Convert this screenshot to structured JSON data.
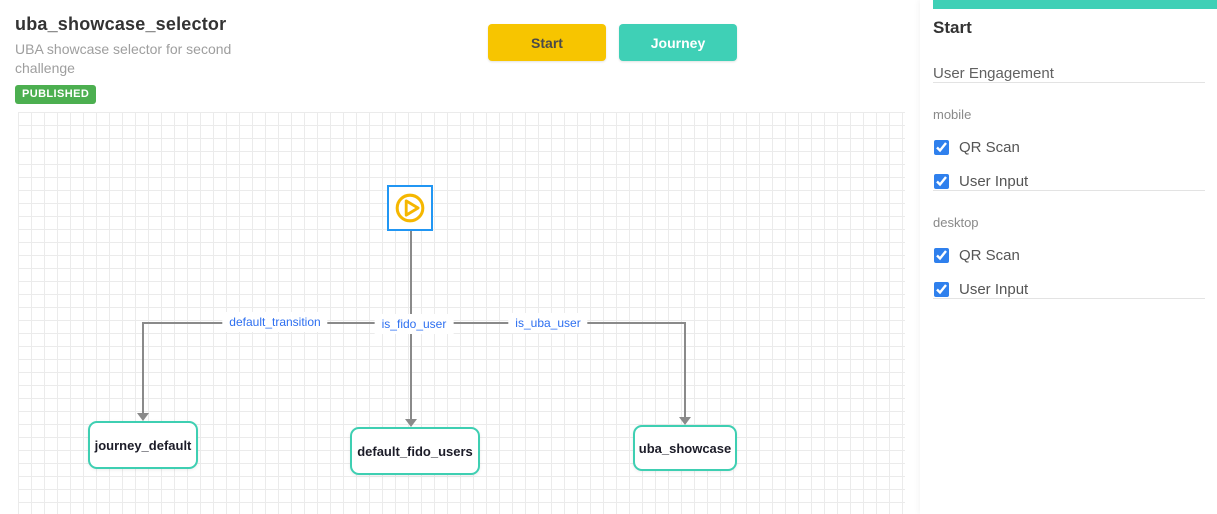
{
  "header": {
    "title": "uba_showcase_selector",
    "subtitle": "UBA showcase selector for second challenge",
    "badge": "PUBLISHED",
    "buttons": [
      {
        "label": "Start"
      },
      {
        "label": "Journey"
      }
    ]
  },
  "canvas": {
    "start_node": {
      "id": "start",
      "icon": "play-icon"
    },
    "nodes": [
      {
        "label": "journey_default"
      },
      {
        "label": "default_fido_users"
      },
      {
        "label": "uba_showcase"
      }
    ],
    "edges": [
      {
        "label": "default_transition",
        "target": "journey_default"
      },
      {
        "label": "is_fido_user",
        "target": "default_fido_users"
      },
      {
        "label": "is_uba_user",
        "target": "uba_showcase"
      }
    ]
  },
  "sidebar": {
    "title": "Start",
    "subtitle": "User Engagement",
    "sections": [
      {
        "label": "mobile",
        "options": [
          {
            "label": "QR Scan",
            "checked": true
          },
          {
            "label": "User Input",
            "checked": true
          }
        ]
      },
      {
        "label": "desktop",
        "options": [
          {
            "label": "QR Scan",
            "checked": true
          },
          {
            "label": "User Input",
            "checked": true
          }
        ]
      }
    ]
  },
  "colors": {
    "start_button": "#F7C500",
    "journey_button": "#3FD0B6",
    "badge": "#4CAF50",
    "node_border": "#3ECFB2",
    "start_node_border": "#2196F3",
    "play_icon": "#F5B700",
    "edge_label_text": "#2D6FF0",
    "checkbox_accent": "#2F80ED"
  }
}
